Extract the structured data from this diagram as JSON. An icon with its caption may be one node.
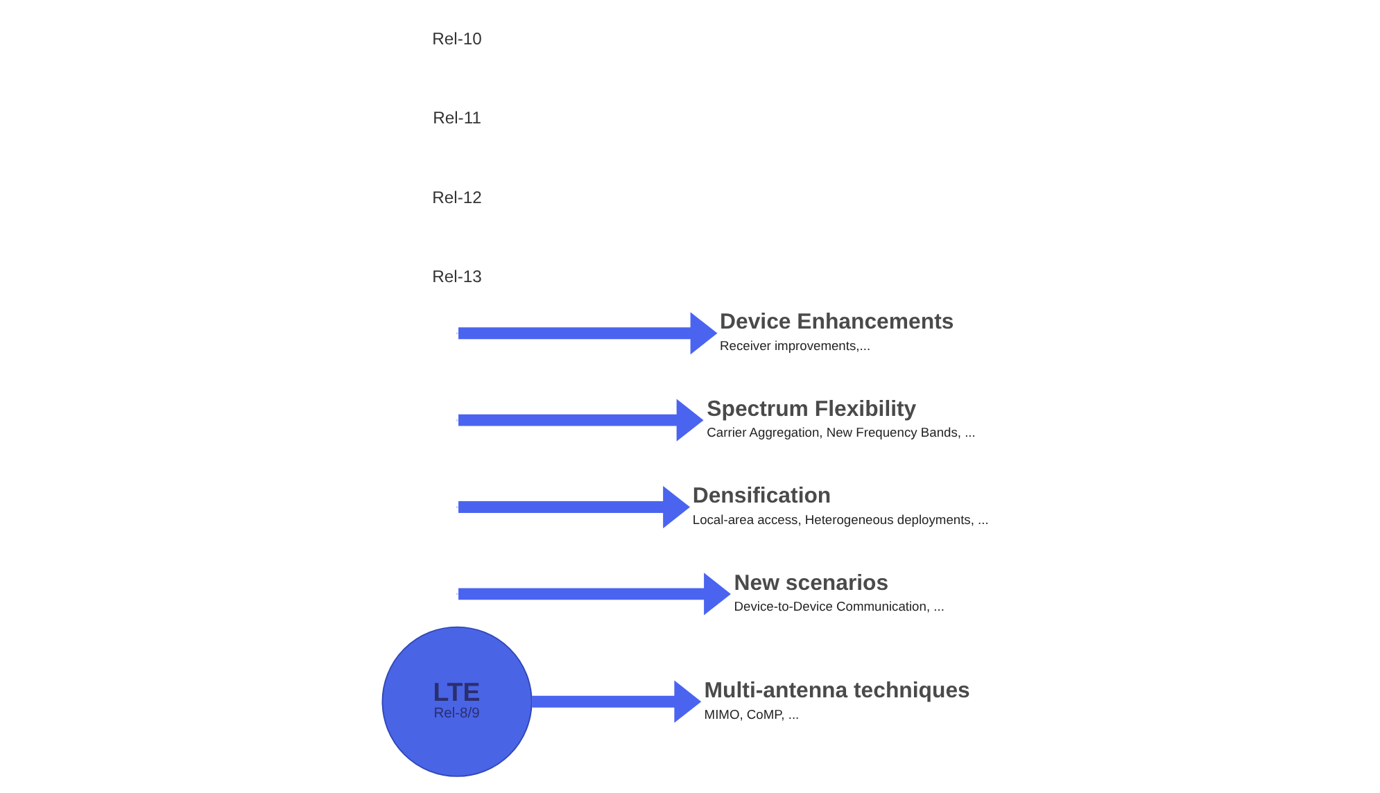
{
  "diagram": {
    "nodes": [
      {
        "text": [
          "LTE",
          "Rel-8/9"
        ]
      },
      {
        "text": [
          "New scenarios",
          "Device-to-Device Communication, ..."
        ]
      },
      {
        "text": [
          "Densification",
          "Local-area access, Heterogeneous deployments, ..."
        ]
      },
      {
        "text": [
          "Multi-antenna techniques",
          "MIMO, CoMP, ..."
        ]
      },
      {
        "text": [
          "Spectrum Flexibility",
          "Carrier Aggregation, New Frequency Bands, ..."
        ]
      },
      {
        "text": [
          "Device Enhancements",
          "Receiver improvements,..."
        ]
      }
    ],
    "edges": [
      {
        "from": null,
        "to": 1,
        "arrow": "to"
      },
      {
        "from": null,
        "to": 2,
        "arrow": "to"
      },
      {
        "from": 0,
        "to": 3,
        "arrow": "to"
      },
      {
        "from": null,
        "to": 4,
        "arrow": "to"
      },
      {
        "from": null,
        "to": 5,
        "arrow": "to"
      }
    ],
    "labels": [
      "Rel-13",
      "Rel-12",
      "Rel-11",
      "Rel-10"
    ]
  }
}
